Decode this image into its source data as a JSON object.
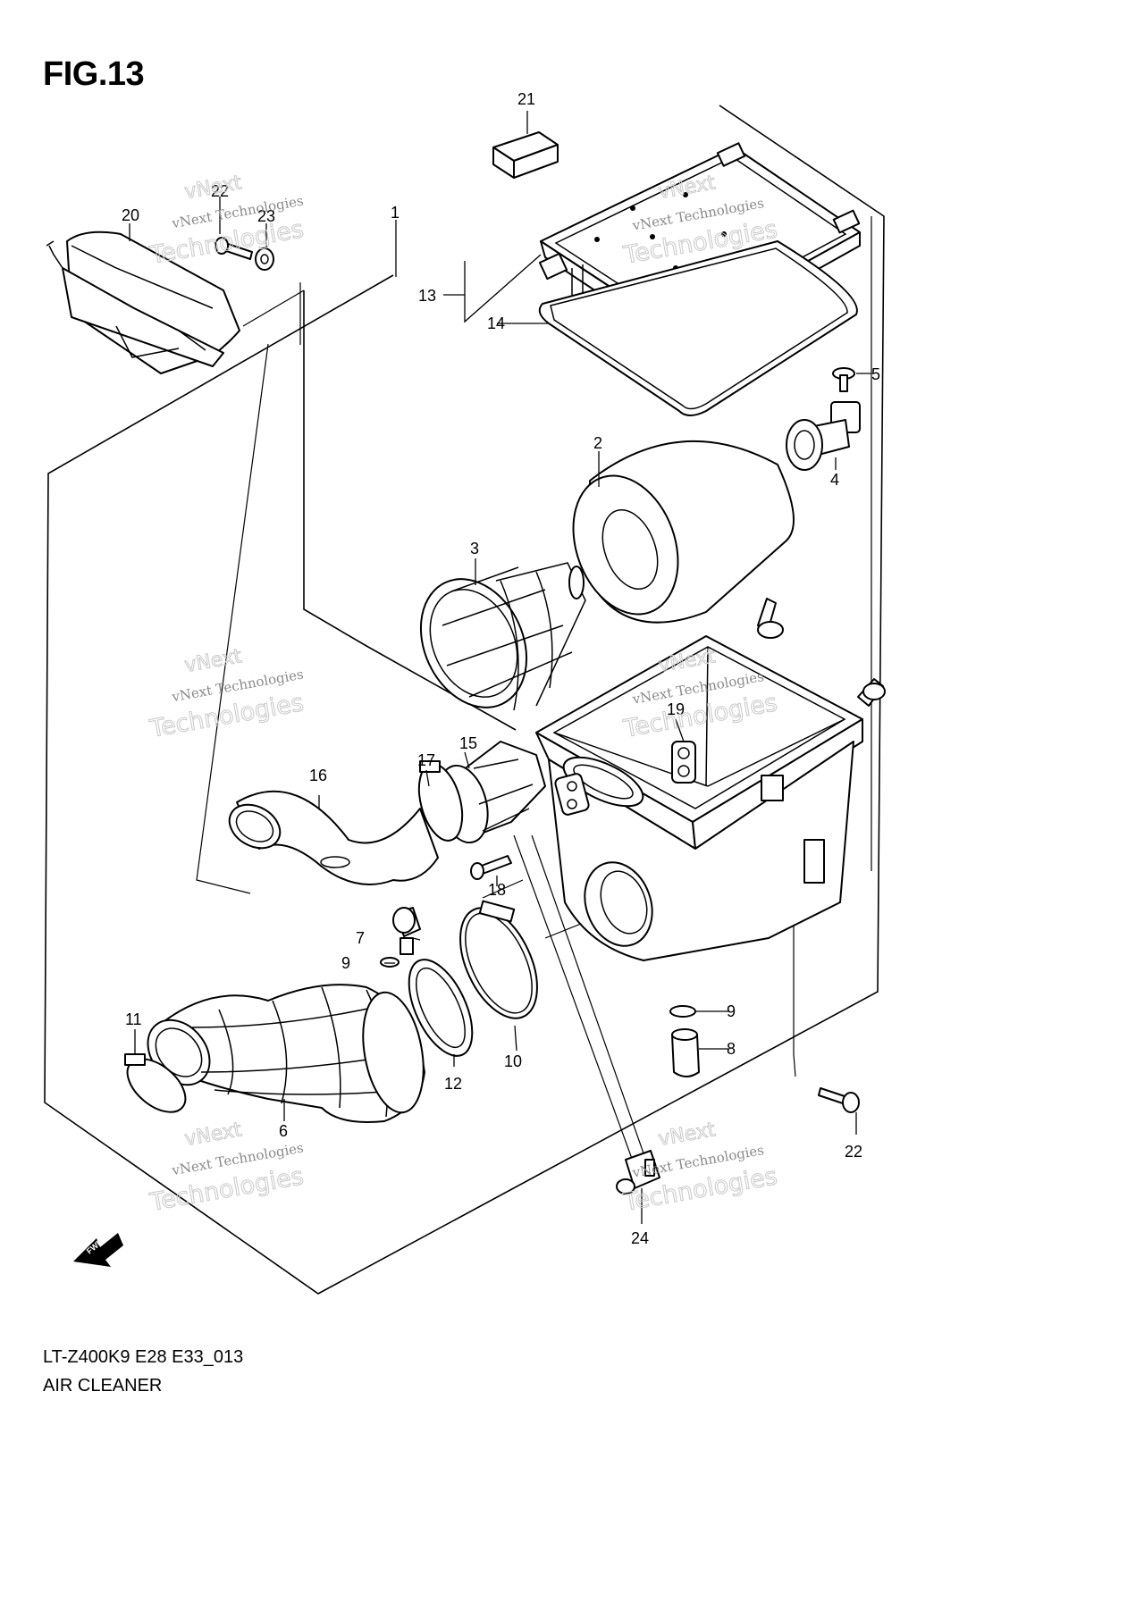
{
  "figure": {
    "title": "FIG.13",
    "model_code": "LT-Z400K9 E28 E33_013",
    "section_name": "AIR CLEANER"
  },
  "watermark": {
    "line1": "vNext Technologies",
    "line2": "vNext",
    "line3": "Technologies"
  },
  "fwd_label": "FWD",
  "callouts": {
    "c1": "1",
    "c2": "2",
    "c3": "3",
    "c4": "4",
    "c5": "5",
    "c6": "6",
    "c7": "7",
    "c8": "8",
    "c9a": "9",
    "c9b": "9",
    "c10": "10",
    "c11": "11",
    "c12": "12",
    "c13": "13",
    "c14": "14",
    "c15": "15",
    "c16": "16",
    "c17": "17",
    "c18": "18",
    "c19": "19",
    "c20": "20",
    "c21": "21",
    "c22a": "22",
    "c22b": "22",
    "c23": "23",
    "c24": "24"
  }
}
